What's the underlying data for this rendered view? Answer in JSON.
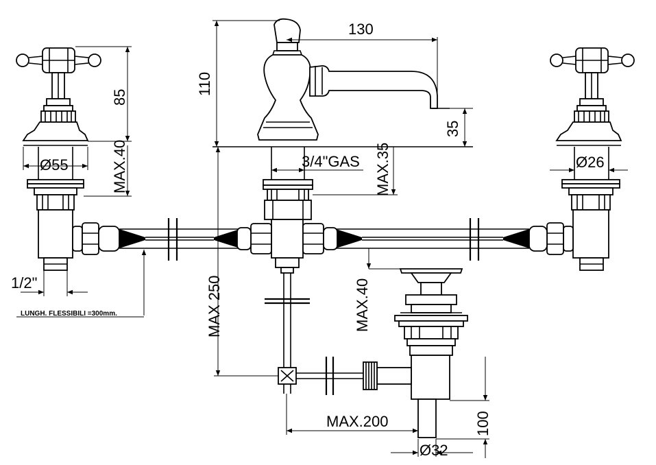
{
  "dimensions": {
    "spout_reach": "130",
    "spout_height": "110",
    "spout_outlet_drop": "35",
    "handle_height": "85",
    "base_diameter_left": "Ø55",
    "max_40_left": "MAX.40",
    "base_diameter_right": "Ø26",
    "thread_gas": "3/4\"GAS",
    "max_35": "MAX.35",
    "inlet_thread": "1/2\"",
    "flexible_note": "LUNGH. FLESSIBILI =300mm.",
    "max_250": "MAX 250",
    "max_40_waste": "MAX.40",
    "max_200": "MAX.200",
    "waste_height": "100",
    "waste_diameter": "Ø32"
  }
}
